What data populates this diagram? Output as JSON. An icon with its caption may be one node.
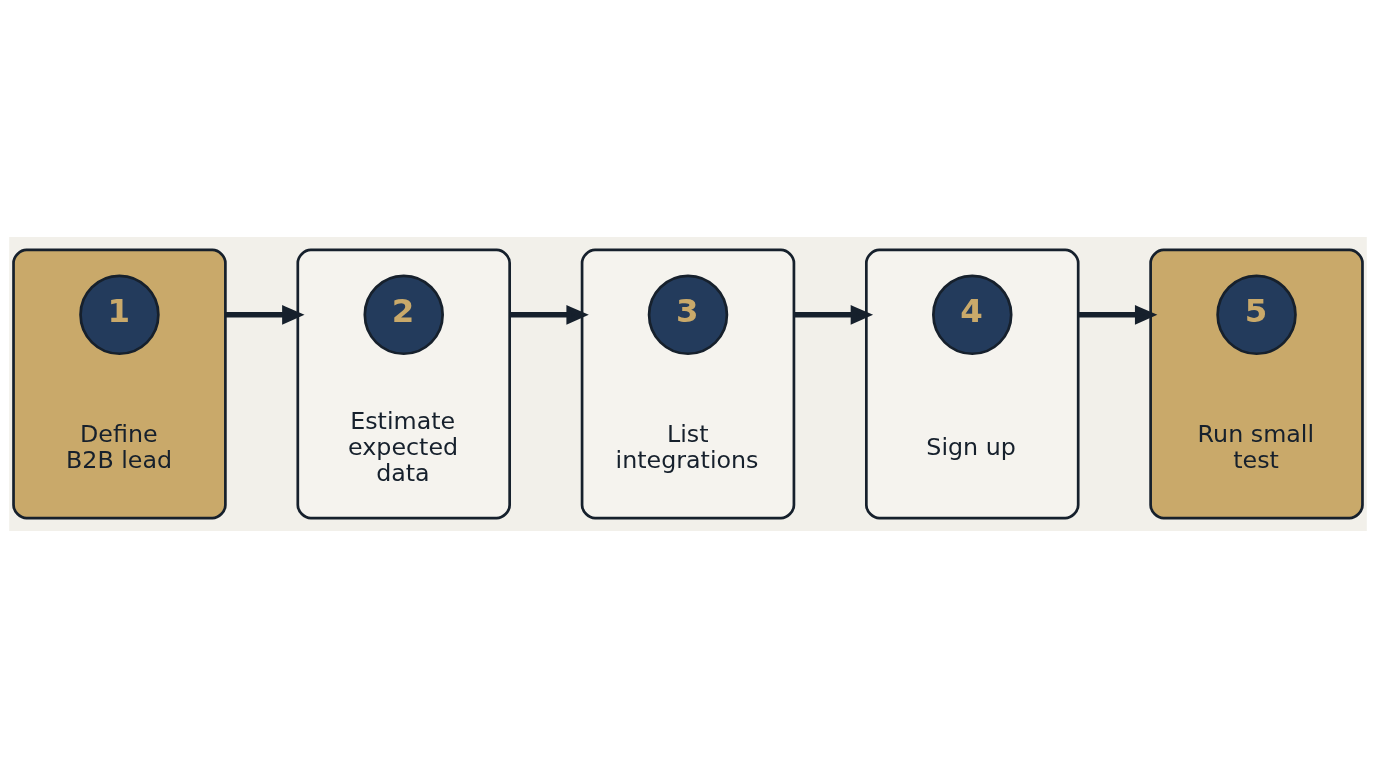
{
  "diagram": {
    "nodes": [
      {
        "text": [
          "Define B2B lead"
        ]
      },
      {
        "text": [
          "1"
        ],
        "in": 0
      },
      {
        "text": [
          "Estimate expected data"
        ]
      },
      {
        "text": [
          "2"
        ],
        "in": 2
      },
      {
        "text": [
          "List integrations"
        ]
      },
      {
        "text": [
          "3"
        ],
        "in": 4
      },
      {
        "text": [
          "Sign up"
        ]
      },
      {
        "text": [
          "4"
        ],
        "in": 6
      },
      {
        "text": [
          "Run small test"
        ]
      },
      {
        "text": [
          "5"
        ],
        "in": 8
      }
    ],
    "edges": [
      {
        "from": 0,
        "to": 2,
        "arrow": "to"
      },
      {
        "from": 2,
        "to": 4,
        "arrow": "to"
      },
      {
        "from": 4,
        "to": 6,
        "arrow": "to"
      },
      {
        "from": 6,
        "to": 8,
        "arrow": "to"
      }
    ]
  }
}
